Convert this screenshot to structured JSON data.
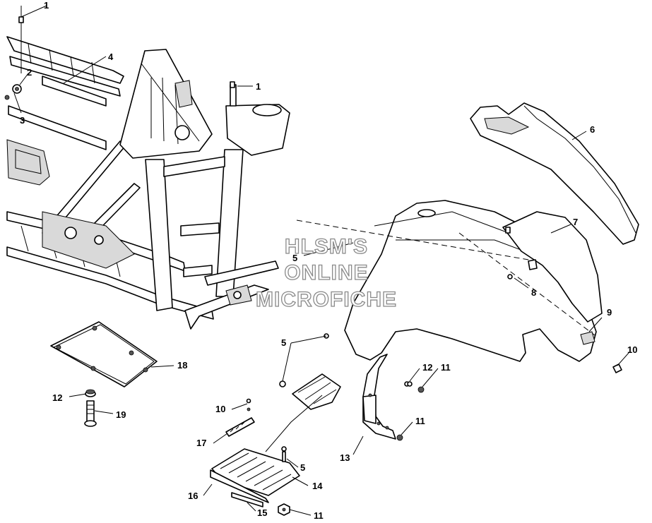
{
  "watermark": {
    "line1": "HLSM'S",
    "line2": "ONLINE",
    "line3": "MICROFICHE"
  },
  "callouts": [
    {
      "id": "c1a",
      "text": "1"
    },
    {
      "id": "c2",
      "text": "2"
    },
    {
      "id": "c3",
      "text": "3"
    },
    {
      "id": "c4",
      "text": "4"
    },
    {
      "id": "c1b",
      "text": "1"
    },
    {
      "id": "c6",
      "text": "6"
    },
    {
      "id": "c7",
      "text": "7"
    },
    {
      "id": "c5a",
      "text": "5"
    },
    {
      "id": "c8",
      "text": "8"
    },
    {
      "id": "c9",
      "text": "9"
    },
    {
      "id": "c10a",
      "text": "10"
    },
    {
      "id": "c5b",
      "text": "5"
    },
    {
      "id": "c12a",
      "text": "12"
    },
    {
      "id": "c11a",
      "text": "11"
    },
    {
      "id": "c18",
      "text": "18"
    },
    {
      "id": "c12b",
      "text": "12"
    },
    {
      "id": "c19",
      "text": "19"
    },
    {
      "id": "c10b",
      "text": "10"
    },
    {
      "id": "c11b",
      "text": "11"
    },
    {
      "id": "c17",
      "text": "17"
    },
    {
      "id": "c13",
      "text": "13"
    },
    {
      "id": "c5c",
      "text": "5"
    },
    {
      "id": "c14",
      "text": "14"
    },
    {
      "id": "c16",
      "text": "16"
    },
    {
      "id": "c15",
      "text": "15"
    },
    {
      "id": "c11c",
      "text": "11"
    }
  ]
}
